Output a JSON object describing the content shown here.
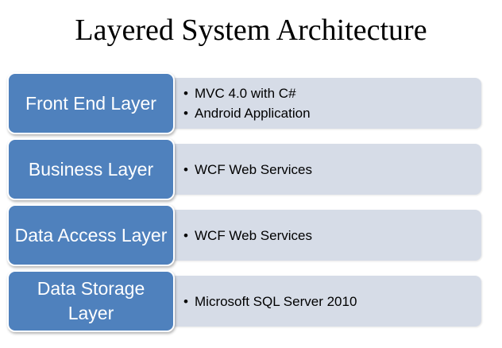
{
  "title": "Layered System Architecture",
  "colors": {
    "layer_fill": "#4f81bd",
    "detail_fill": "#d6dce7",
    "layer_text": "#ffffff",
    "detail_text": "#000000"
  },
  "layers": [
    {
      "name": "Front End Layer",
      "items": [
        "MVC 4.0 with C#",
        "Android Application"
      ]
    },
    {
      "name": "Business Layer",
      "items": [
        "WCF Web Services"
      ]
    },
    {
      "name": "Data Access Layer",
      "items": [
        "WCF Web Services"
      ]
    },
    {
      "name": "Data Storage Layer",
      "items": [
        "Microsoft SQL Server 2010"
      ]
    }
  ]
}
